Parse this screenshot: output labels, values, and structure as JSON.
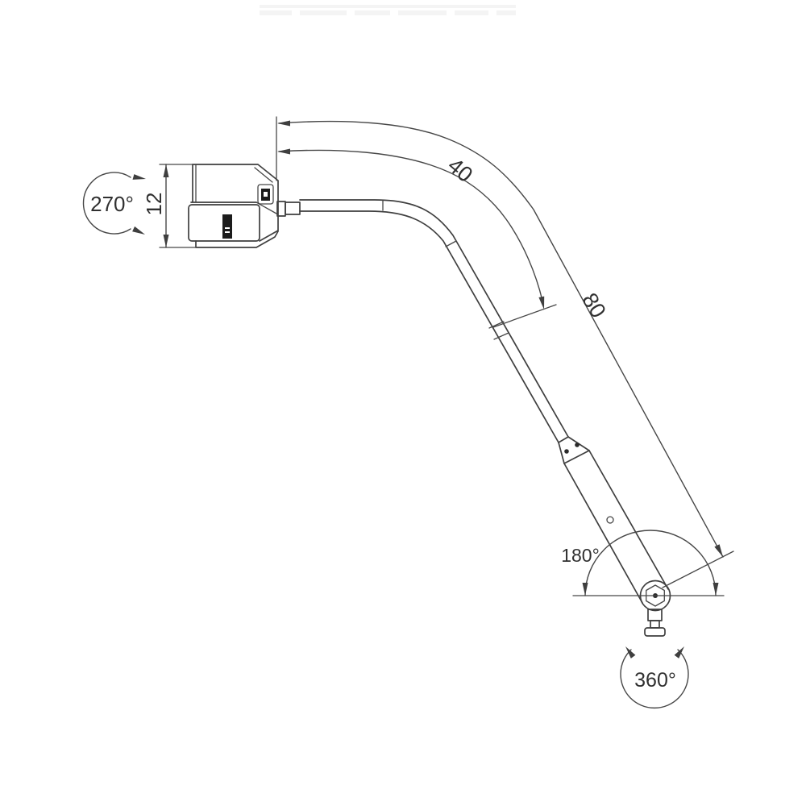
{
  "drawing": {
    "type": "technical-drawing",
    "subject": "gooseneck reading lamp side elevation with dimensions",
    "labels": {
      "head_rotation": "270°",
      "head_height": "12",
      "upper_arm_length": "40",
      "total_arm_length": "80",
      "arm_sweep": "180°",
      "base_rotation": "360°"
    },
    "colors": {
      "line": "#3f3f3f",
      "text": "#303030",
      "dark_fill": "#1c1c1c",
      "background": "#ffffff",
      "watermark": "#ececec"
    }
  }
}
